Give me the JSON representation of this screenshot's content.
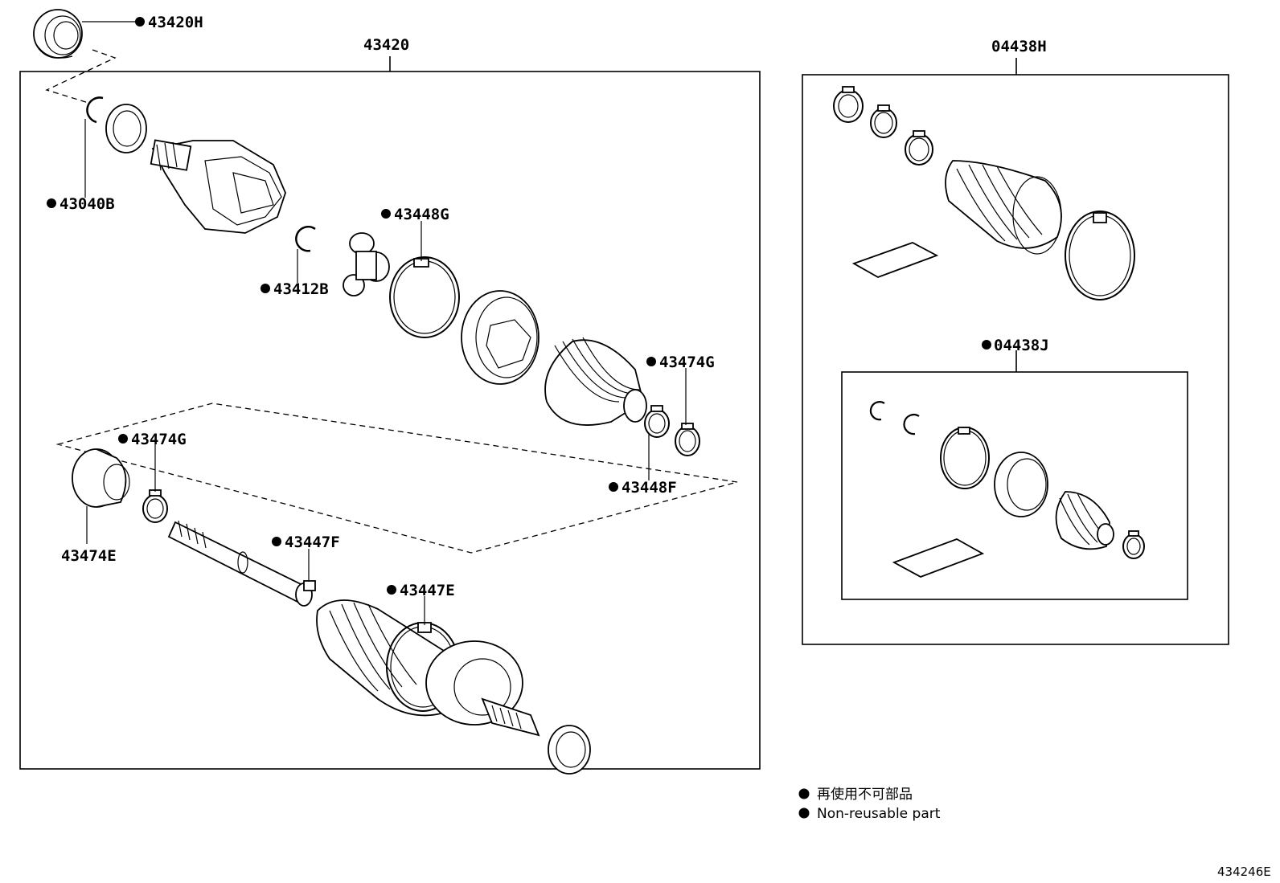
{
  "assemblies": {
    "main_shaft": "43420",
    "outer_boot_kit": "04438H",
    "inner_boot_kit": "04438J"
  },
  "callouts": {
    "p43420H": "43420H",
    "p43040B": "43040B",
    "p43412B": "43412B",
    "p43448G": "43448G",
    "p43474G_upper": "43474G",
    "p43448F": "43448F",
    "p43474G_lower": "43474G",
    "p43474E": "43474E",
    "p43447F": "43447F",
    "p43447E": "43447E"
  },
  "legend": {
    "japanese": "再使用不可部品",
    "english": "Non-reusable part"
  },
  "figure_id": "434246E",
  "icons": {
    "non_reusable_marker": "filled-circle-icon"
  }
}
